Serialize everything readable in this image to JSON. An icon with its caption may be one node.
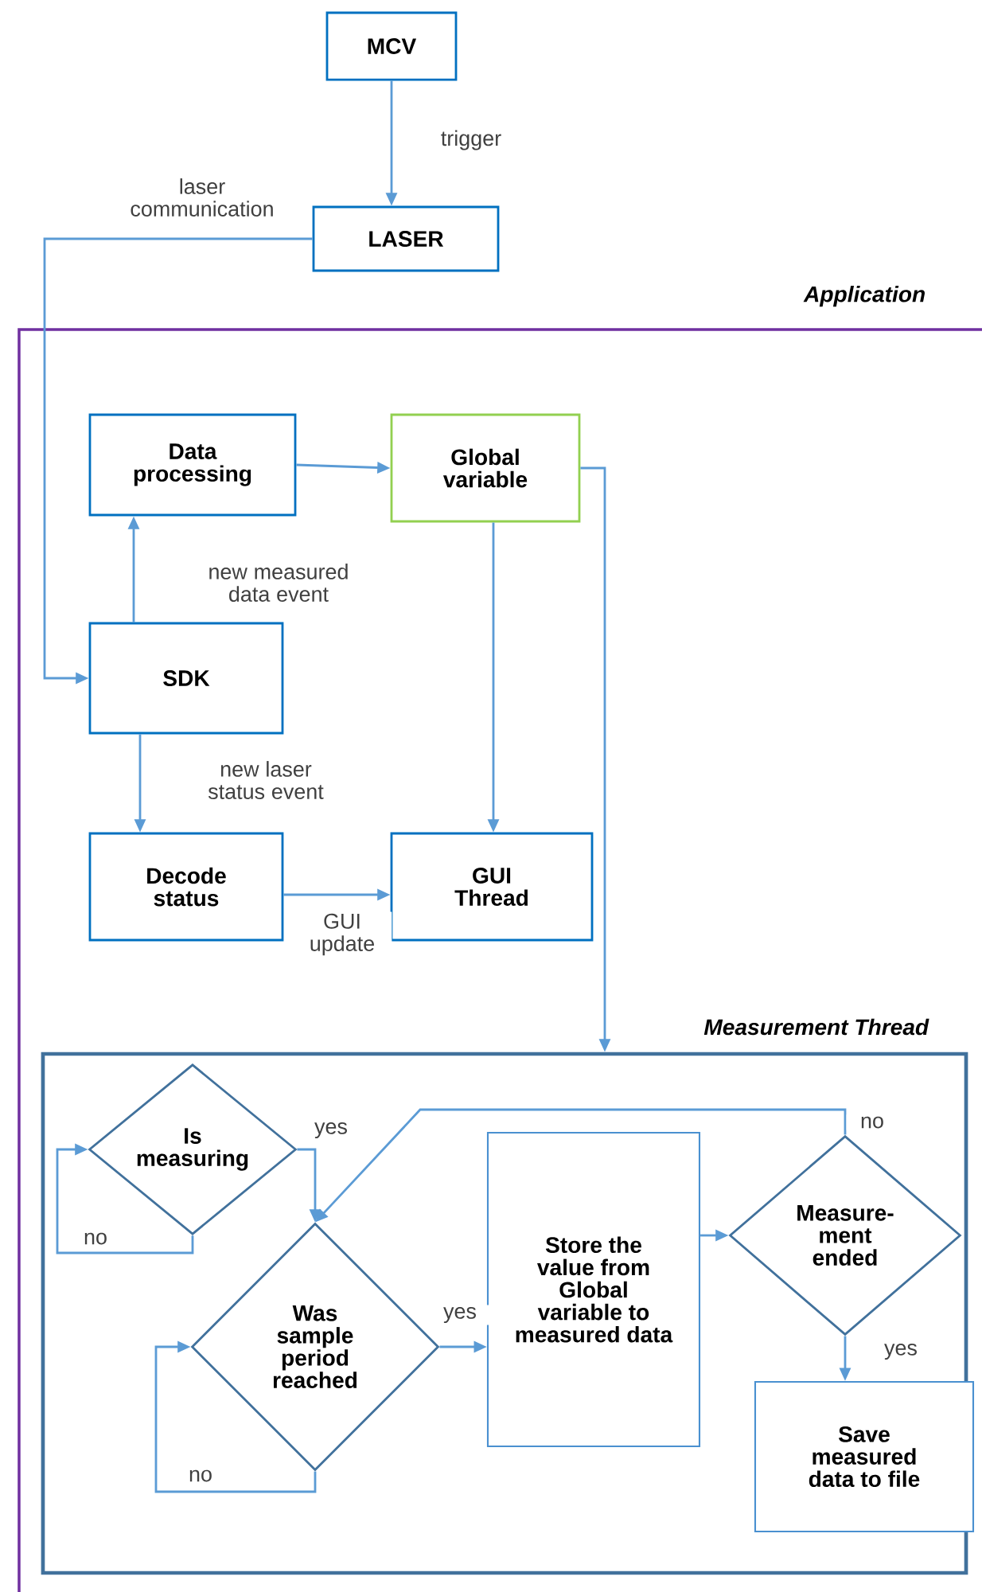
{
  "diagram": {
    "nodes": [
      {
        "text": [
          "MCV"
        ]
      },
      {
        "text": [
          "LASER"
        ]
      },
      {
        "text": [
          "Application"
        ]
      },
      {
        "text": [
          "Data processing"
        ],
        "in": 2
      },
      {
        "text": [
          "Global variable"
        ],
        "in": 2
      },
      {
        "text": [
          "SDK"
        ],
        "in": 2
      },
      {
        "text": [
          "Decode status"
        ],
        "in": 2
      },
      {
        "text": [
          "GUI Thread"
        ],
        "in": 2
      },
      {
        "text": [
          "Measurement Thread"
        ],
        "in": 2
      },
      {
        "text": [
          "Is measuring"
        ],
        "in": 8
      },
      {
        "text": [
          "Was sample period reached"
        ],
        "in": 8
      },
      {
        "text": [
          "Store the value from Global variable to measured data"
        ],
        "in": 8
      },
      {
        "text": [
          "Measure-ment ended"
        ],
        "in": 8
      },
      {
        "text": [
          "Save measured data to file"
        ],
        "in": 8
      }
    ],
    "edges": [
      {
        "from": 0,
        "to": 1,
        "arrow": "to",
        "label": "trigger"
      },
      {
        "from": 1,
        "to": 5,
        "arrow": "to",
        "label": "laser communication"
      },
      {
        "from": 5,
        "to": 3,
        "arrow": "to",
        "label": "new measured data event"
      },
      {
        "from": 3,
        "to": 4,
        "arrow": "to"
      },
      {
        "from": 5,
        "to": 6,
        "arrow": "to",
        "label": "new laser status event"
      },
      {
        "from": 4,
        "to": 7,
        "arrow": "to"
      },
      {
        "from": 6,
        "to": 7,
        "arrow": "to",
        "label": "GUI update"
      },
      {
        "from": 4,
        "to": 8,
        "arrow": "to"
      },
      {
        "from": 9,
        "to": 9,
        "arrow": "to",
        "label": "no"
      },
      {
        "from": 9,
        "to": 10,
        "arrow": "to",
        "label": "yes"
      },
      {
        "from": 10,
        "to": 10,
        "arrow": "to",
        "label": "no"
      },
      {
        "from": 10,
        "to": 11,
        "arrow": "to",
        "label": "yes"
      },
      {
        "from": 11,
        "to": 12,
        "arrow": "to"
      },
      {
        "from": 12,
        "to": 10,
        "arrow": "to",
        "label": "no"
      },
      {
        "from": 12,
        "to": 13,
        "arrow": "to",
        "label": "yes"
      }
    ]
  }
}
